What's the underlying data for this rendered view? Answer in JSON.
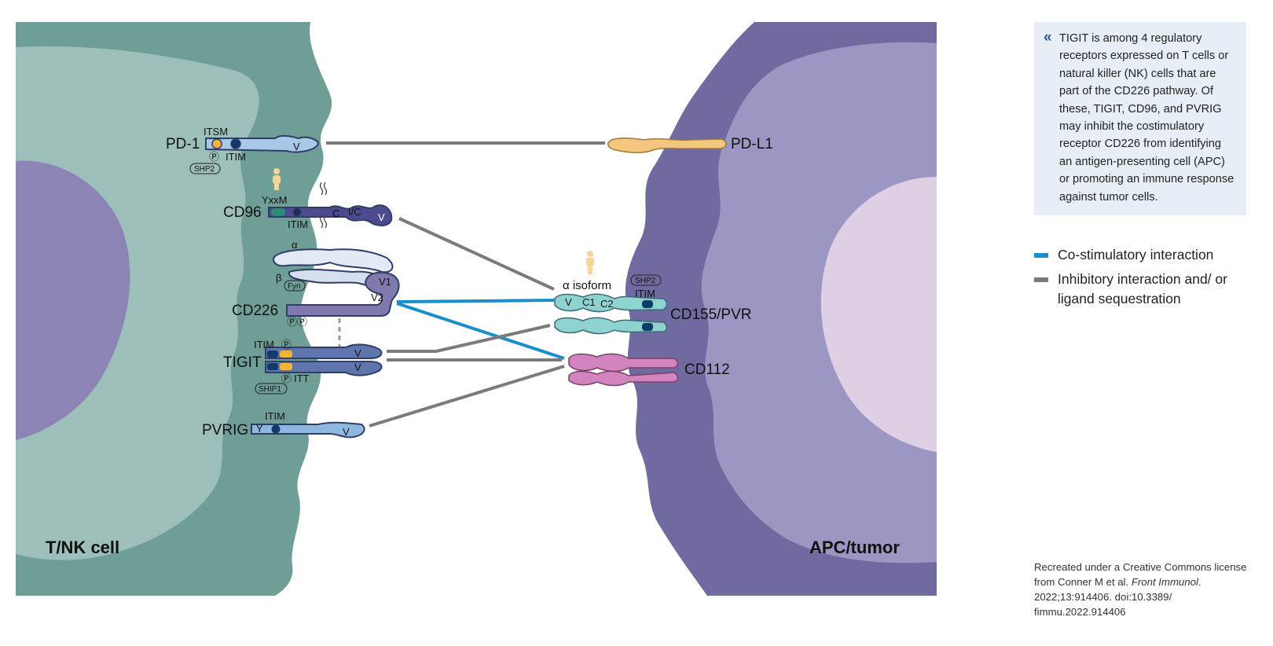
{
  "cells": {
    "left": "T/NK cell",
    "right": "APC/tumor"
  },
  "receptors": {
    "pd1": {
      "name": "PD-1",
      "itsm": "ITSM",
      "itim": "ITIM",
      "p": "Ⓟ",
      "shp2": "SHP2",
      "v": "V"
    },
    "cd96": {
      "name": "CD96",
      "yxxm": "YxxM",
      "itim": "ITIM",
      "c": "C",
      "ic": "I/C",
      "v": "V"
    },
    "cd226": {
      "name": "CD226",
      "alpha": "α",
      "beta": "β",
      "fyn": "Fyn",
      "v1": "V1",
      "v2": "V2",
      "pp": "ⓅⓅ"
    },
    "tigit": {
      "name": "TIGIT",
      "itim": "ITIM",
      "p1": "Ⓟ",
      "itt": "ITT",
      "p2": "Ⓟ",
      "ship1": "SHIP1",
      "v": "V"
    },
    "pvrig": {
      "name": "PVRIG",
      "itim": "ITIM",
      "y": "Y",
      "v": "V"
    }
  },
  "ligands": {
    "pdl1": {
      "name": "PD-L1"
    },
    "cd155": {
      "name": "CD155/PVR",
      "isoform": "α isoform",
      "shp2": "SHP2",
      "itim": "ITIM",
      "v": "V",
      "c1": "C1",
      "c2": "C2"
    },
    "cd112": {
      "name": "CD112"
    }
  },
  "colors": {
    "costim": "#1a8ec8",
    "inhib": "#7b7b7b",
    "tcell_outer": "#6f9e97",
    "tcell_mid": "#9dbfba",
    "nucleus_left": "#8c84b4",
    "apc_outer": "#6f6aa0",
    "apc_mid": "#9b96c2",
    "nucleus_right": "#decfe5"
  },
  "sidebar": {
    "note_icon": "«",
    "note": "TIGIT is among 4 regulatory receptors expressed on T cells or natural killer (NK) cells that are part of the CD226 pathway. Of these, TIGIT, CD96, and PVRIG may inhibit the costimulatory receptor CD226 from identifying an antigen-presenting cell (APC) or promoting an immune response against tumor cells.",
    "legend": [
      {
        "label": "Co-stimulatory interaction",
        "color": "#1a8ec8"
      },
      {
        "label": "Inhibitory interaction and/ or ligand sequestration",
        "color": "#7b7b7b"
      }
    ]
  },
  "credit": {
    "before": "Recreated under a Creative Commons license from Conner M et al. ",
    "journal": "Front Immunol",
    "after": ". 2022;13:914406. doi:10.3389/ fimmu.2022.914406"
  }
}
